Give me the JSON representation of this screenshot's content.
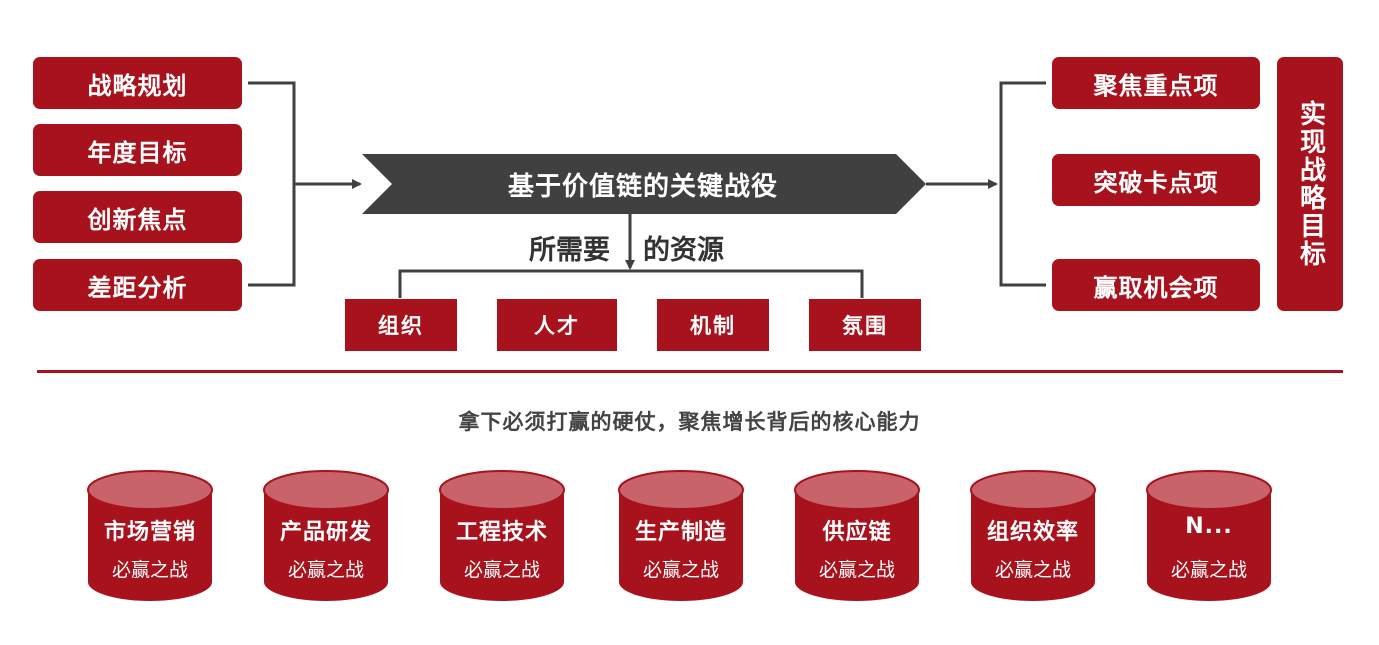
{
  "left_items": [
    "战略规划",
    "年度目标",
    "创新焦点",
    "差距分析"
  ],
  "center": {
    "banner": "基于价值链的关键战役",
    "resource_left": "所需要",
    "resource_right": "的资源",
    "resources": [
      "组织",
      "人才",
      "机制",
      "氛围"
    ]
  },
  "right_items": [
    "聚焦重点项",
    "突破卡点项",
    "赢取机会项"
  ],
  "goal": "实现战略目标",
  "subtitle": "拿下必须打赢的硬仗，聚焦增长背后的核心能力",
  "cylinders": [
    {
      "title": "市场营销",
      "sub": "必赢之战"
    },
    {
      "title": "产品研发",
      "sub": "必赢之战"
    },
    {
      "title": "工程技术",
      "sub": "必赢之战"
    },
    {
      "title": "生产制造",
      "sub": "必赢之战"
    },
    {
      "title": "供应链",
      "sub": "必赢之战"
    },
    {
      "title": "组织效率",
      "sub": "必赢之战"
    },
    {
      "title": "N...",
      "sub": "必赢之战"
    }
  ],
  "colors": {
    "primary": "#a8121d",
    "cylinder_top": "#c9636a",
    "banner": "#404040",
    "connector": "#404040"
  }
}
